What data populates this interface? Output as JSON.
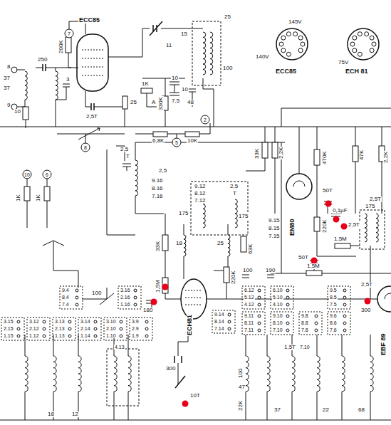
{
  "diagram": {
    "nodes": [
      {
        "text": [
          "ECC85"
        ]
      },
      {
        "text": [
          "ECC85"
        ]
      },
      {
        "text": [
          "ECH 81"
        ]
      },
      {
        "text": [
          "EM80"
        ]
      },
      {
        "text": [
          "ECH81"
        ]
      },
      {
        "text": [
          "EBF 89"
        ]
      }
    ],
    "labels": [
      "200K",
      "250",
      "3",
      "37",
      "37",
      "10",
      "8",
      "9",
      "7",
      "2,5T",
      "25",
      "1K",
      "330K",
      "A",
      "15",
      "11",
      "10",
      "10",
      "7,5",
      "48",
      "25",
      "100",
      "6,8K",
      "10K",
      "5",
      "2",
      "8",
      "145V",
      "140V",
      "75V",
      "2,5",
      "T",
      "2,5",
      "9.16",
      "8.16",
      "7.16",
      "9.12",
      "8.12",
      "7.12",
      "2,5",
      "T",
      "175",
      "175",
      "33K",
      "2,2K",
      "470K",
      "50T",
      "0,1µF",
      "220K",
      "2,5T",
      "1,5M",
      "50T",
      "1,5M",
      "9.15",
      "8.15",
      "7.15",
      "47K",
      "2,2K",
      "2,5T",
      "175",
      "1K",
      "1K",
      "10",
      "6",
      "33K",
      "18",
      "25",
      "63K",
      "1,5M",
      "100",
      "180",
      "220K",
      "100",
      "190",
      "2,5T",
      "300",
      "300",
      "10T",
      "1,5T",
      "100",
      "47",
      "22K",
      "12",
      "18",
      "37",
      "22",
      "68",
      "9.14",
      "8.14",
      "7.14",
      "6.12",
      "5.12",
      "4.12",
      "6.10",
      "5.10",
      "4.10",
      "9.11",
      "8.11",
      "7.11",
      "9.10",
      "8.10",
      "7.10",
      "9.8",
      "8.8",
      "7.8",
      "9.5",
      "8.5",
      "7.5",
      "9.6",
      "8.6",
      "7.6",
      "9.4",
      "8.4",
      "7.4",
      "3.16",
      "2.16",
      "1.16",
      "3.15",
      "2.15",
      "1.15",
      "3.12",
      "2.12",
      "1.12",
      "3.13",
      "2.13",
      "1.13",
      "3.14",
      "2.14",
      "1.14",
      "3.10",
      "2.10",
      "1.10",
      "3.9",
      "2.9",
      "1.9",
      "4.13",
      "7.10"
    ]
  }
}
